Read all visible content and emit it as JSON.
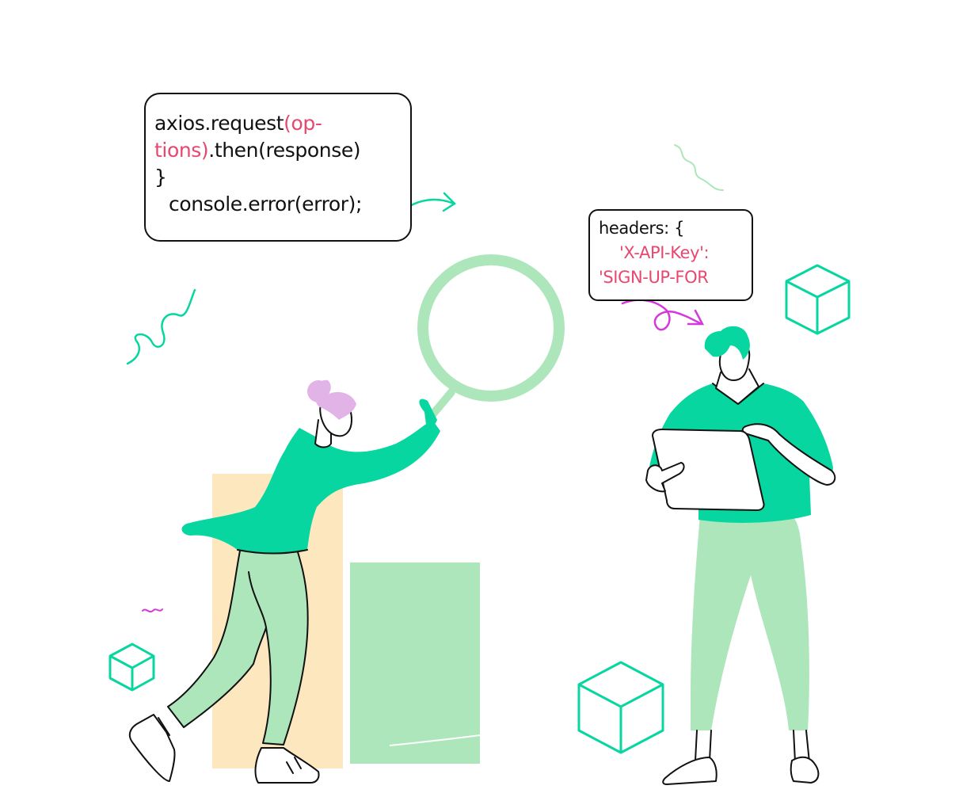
{
  "code_snippet_1": {
    "line1_text": "axios.request",
    "line1_pink": "(op-",
    "line2_pink": "tions)",
    "line2_text": ".then(response)",
    "line3_text": "}",
    "line4_text": "console.error(error);"
  },
  "code_snippet_2": {
    "line1_text": "headers: {",
    "line2_pink": "'X-API-Key':",
    "line3_pink": "'SIGN-UP-FOR"
  },
  "colors": {
    "primary_green": "#08d6a0",
    "light_green": "#ade6bb",
    "peach": "#fde7bf",
    "pink_text": "#e8476f",
    "purple": "#d43adb",
    "lilac_hair": "#e2b3e7",
    "outline": "#111111"
  },
  "icons": [
    "cube-icon",
    "magnifying-glass-icon",
    "curved-arrow-icon",
    "squiggle-icon"
  ]
}
